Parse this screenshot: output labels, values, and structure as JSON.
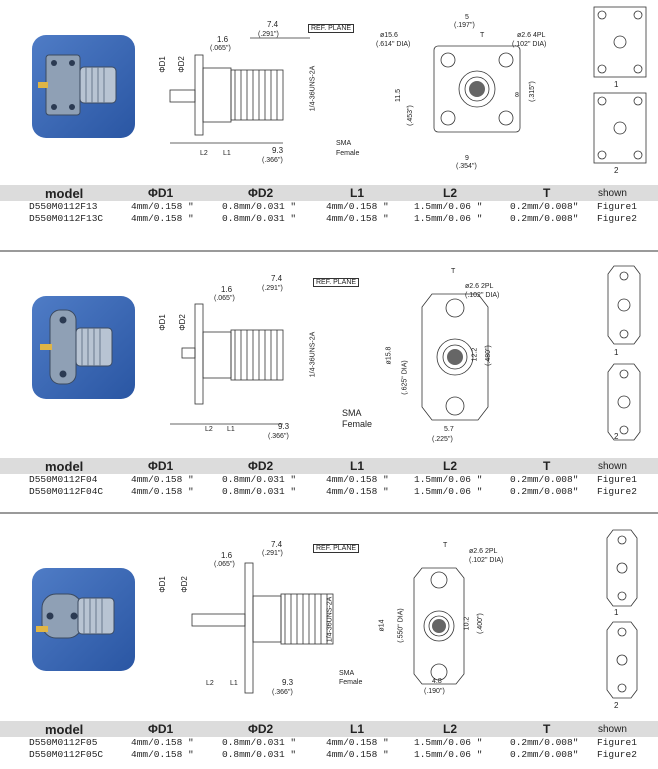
{
  "sections": [
    {
      "rows": [
        {
          "model": "D550M0112F13",
          "d1": "4mm/0.158 \"",
          "d2": "0.8mm/0.031 \"",
          "l1": "4mm/0.158 \"",
          "l2": "1.5mm/0.06 \"",
          "t": "0.2mm/0.008\"",
          "shown": "Figure1"
        },
        {
          "model": "D550M0112F13C",
          "d1": "4mm/0.158 \"",
          "d2": "0.8mm/0.031 \"",
          "l1": "4mm/0.158 \"",
          "l2": "1.5mm/0.06 \"",
          "t": "0.2mm/0.008\"",
          "shown": "Figure2"
        }
      ],
      "front": {
        "dia": "ø15.6",
        "dia_in": "(.614\" DIA)",
        "holes": "ø2.6 4PL",
        "holes_in": "(.102\" DIA)",
        "top": "5",
        "top_in": "(.197\")",
        "side": "11.5",
        "side_in": "(.453\")",
        "right": "8",
        "right_in": "(.315\")",
        "bottom": "9",
        "bottom_in": "(.354\")",
        "t": "T"
      }
    },
    {
      "rows": [
        {
          "model": "D550M0112F04",
          "d1": "4mm/0.158 \"",
          "d2": "0.8mm/0.031 \"",
          "l1": "4mm/0.158 \"",
          "l2": "1.5mm/0.06 \"",
          "t": "0.2mm/0.008\"",
          "shown": "Figure1"
        },
        {
          "model": "D550M0112F04C",
          "d1": "4mm/0.158 \"",
          "d2": "0.8mm/0.031 \"",
          "l1": "4mm/0.158 \"",
          "l2": "1.5mm/0.06 \"",
          "t": "0.2mm/0.008\"",
          "shown": "Figure2"
        }
      ],
      "front": {
        "dia": "ø15.8",
        "dia_in": "(.625\" DIA)",
        "holes": "ø2.6 2PL",
        "holes_in": "(.102\" DIA)",
        "top": "",
        "top_in": "",
        "side": "",
        "side_in": "",
        "right": "12.2",
        "right_in": "(.480\")",
        "bottom": "5.7",
        "bottom_in": "(.225\")",
        "t": "T"
      }
    },
    {
      "rows": [
        {
          "model": "D550M0112F05",
          "d1": "4mm/0.158 \"",
          "d2": "0.8mm/0.031 \"",
          "l1": "4mm/0.158 \"",
          "l2": "1.5mm/0.06 \"",
          "t": "0.2mm/0.008\"",
          "shown": "Figure1"
        },
        {
          "model": "D550M0112F05C",
          "d1": "4mm/0.158 \"",
          "d2": "0.8mm/0.031 \"",
          "l1": "4mm/0.158 \"",
          "l2": "1.5mm/0.06 \"",
          "t": "0.2mm/0.008\"",
          "shown": "Figure2"
        }
      ],
      "front": {
        "dia": "ø14",
        "dia_in": "(.550\" DIA)",
        "holes": "ø2.6 2PL",
        "holes_in": "(.102\" DIA)",
        "top": "",
        "top_in": "",
        "side": "",
        "side_in": "",
        "right": "10.2",
        "right_in": "(.400\")",
        "bottom": "4.8",
        "bottom_in": "(.190\")",
        "t": "T"
      }
    }
  ],
  "side_view": {
    "ref_plane": "REF. PLANE",
    "d1": "ΦD1",
    "d2": "ΦD2",
    "dim_74": "7.4",
    "dim_74_in": "(.291\")",
    "dim_16": "1.6",
    "dim_16_in": "(.065\")",
    "dim_93": "9.3",
    "dim_93_in": "(.366\")",
    "l2": "L2",
    "l1": "L1",
    "thread": "1/4-36UNS-2A",
    "sma": "SMA",
    "female": "Female"
  },
  "headers": {
    "model": "model",
    "d1": "ΦD1",
    "d2": "ΦD2",
    "l1": "L1",
    "l2": "L2",
    "t": "T",
    "shown": "shown"
  },
  "figures": {
    "fig1": "1",
    "fig2": "2"
  }
}
